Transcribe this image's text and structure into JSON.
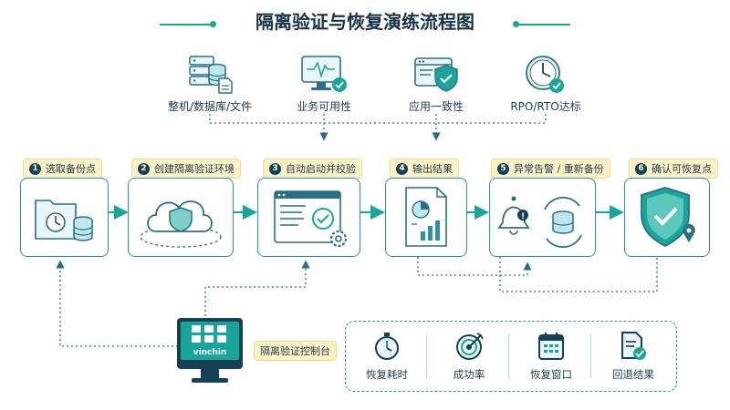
{
  "title": "隔离验证与恢复演练流程图",
  "top_items": [
    {
      "label": "整机/数据库/文件",
      "icon": "server-database-file-icon"
    },
    {
      "label": "业务可用性",
      "icon": "monitor-heartbeat-icon"
    },
    {
      "label": "应用一致性",
      "icon": "shield-check-window-icon"
    },
    {
      "label": "RPO/RTO达标",
      "icon": "clock-check-icon"
    }
  ],
  "steps": [
    {
      "num": "1",
      "label": "选取备份点"
    },
    {
      "num": "2",
      "label": "创建隔离验证环境"
    },
    {
      "num": "3",
      "label": "自动启动并校验"
    },
    {
      "num": "4",
      "label": "输出结果"
    },
    {
      "num": "5",
      "label": "异常告警 / 重新备份"
    },
    {
      "num": "6",
      "label": "确认可恢复点"
    }
  ],
  "console": {
    "label": "隔离验证控制台",
    "brand": "vinchin"
  },
  "metrics": [
    {
      "label": "恢复耗时",
      "icon": "stopwatch-icon"
    },
    {
      "label": "成功率",
      "icon": "target-icon"
    },
    {
      "label": "恢复窗口",
      "icon": "calendar-icon"
    },
    {
      "label": "回退结果",
      "icon": "document-check-icon"
    }
  ],
  "colors": {
    "teal": "#1aa59a",
    "blue": "#2b90b0",
    "navy": "#173f55",
    "label_bg": "#fdf1c8"
  }
}
